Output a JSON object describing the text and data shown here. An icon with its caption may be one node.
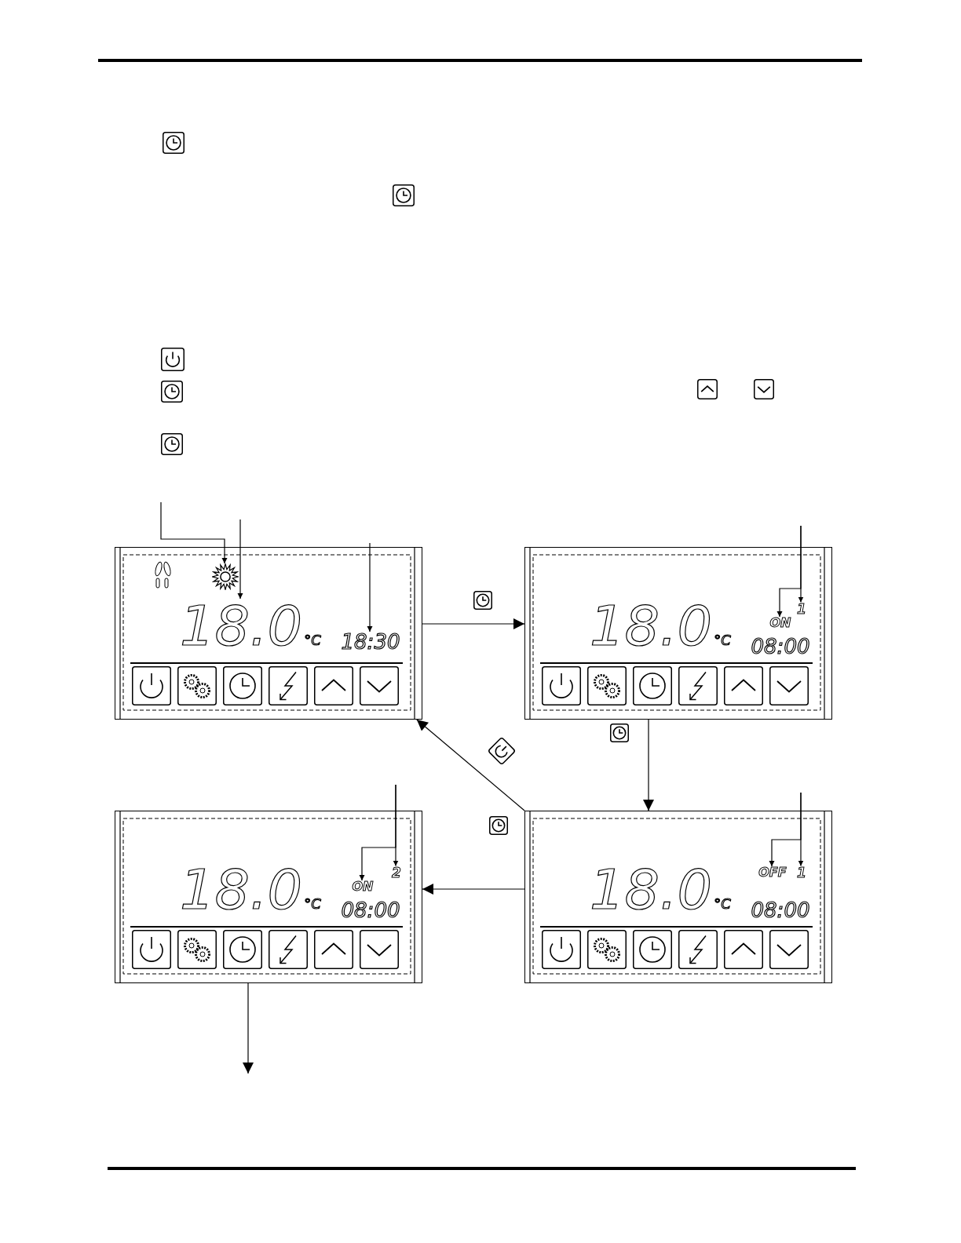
{
  "diagram": {
    "nodes": [
      {
        "text": [],
        "shape": "box"
      },
      {
        "text": [],
        "shape": "sun",
        "in": 0
      },
      {
        "text": [
          "18.0"
        ],
        "in": 0
      },
      {
        "text": [
          "18:30"
        ],
        "in": 0
      },
      {
        "text": [],
        "shape": "box"
      },
      {
        "text": [
          "1"
        ],
        "in": 4
      },
      {
        "text": [
          "ON"
        ],
        "in": 4
      },
      {
        "text": [],
        "shape": "box"
      },
      {
        "text": [
          "2"
        ],
        "in": 7
      },
      {
        "text": [
          "ON"
        ],
        "in": 7
      },
      {
        "text": [],
        "shape": "box"
      },
      {
        "text": [
          "OFF"
        ],
        "in": 10
      },
      {
        "text": [
          "1"
        ],
        "in": 10
      }
    ],
    "edges": [
      {
        "from": null,
        "to": 1,
        "arrow": "to"
      },
      {
        "from": null,
        "to": 2,
        "arrow": "to"
      },
      {
        "from": null,
        "to": 3,
        "arrow": "to"
      },
      {
        "from": null,
        "to": 5,
        "arrow": "to"
      },
      {
        "from": null,
        "to": 6,
        "arrow": "to"
      },
      {
        "from": 0,
        "to": 4,
        "arrow": "to"
      },
      {
        "from": 4,
        "to": 10,
        "arrow": "to"
      },
      {
        "from": 10,
        "to": 0,
        "arrow": "to"
      },
      {
        "from": null,
        "to": 8,
        "arrow": "to"
      },
      {
        "from": null,
        "to": 9,
        "arrow": "to"
      },
      {
        "from": null,
        "to": 12,
        "arrow": "to"
      },
      {
        "from": null,
        "to": 11,
        "arrow": "to"
      },
      {
        "from": 10,
        "to": 7,
        "arrow": "to"
      },
      {
        "from": 7,
        "to": null,
        "arrow": "to"
      }
    ],
    "labels": [
      "°C",
      "18.0",
      "°C",
      "08:00",
      "18.0",
      "°C",
      "08:00",
      "18.0",
      "°C",
      "08:00"
    ]
  }
}
